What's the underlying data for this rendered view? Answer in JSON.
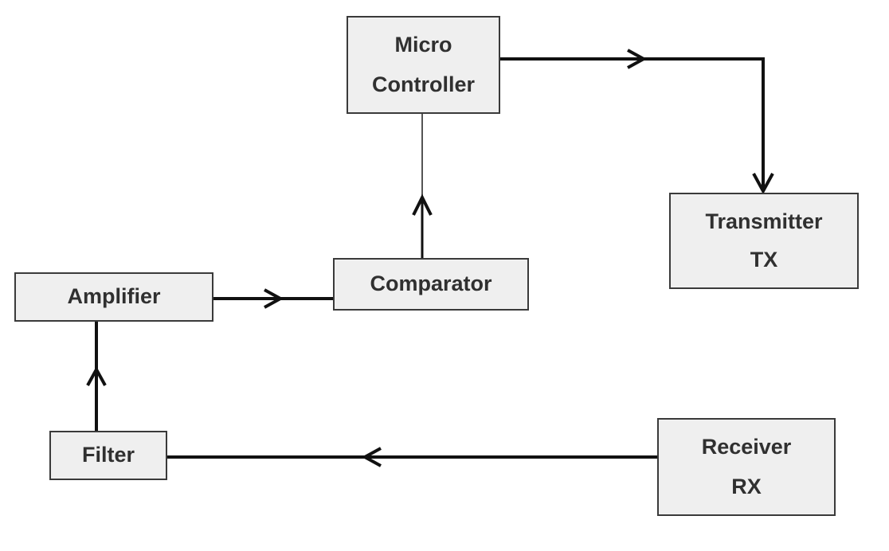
{
  "diagram": {
    "blocks": {
      "micro_controller": {
        "line1": "Micro",
        "line2": "Controller"
      },
      "transmitter": {
        "line1": "Transmitter",
        "line2": "TX"
      },
      "comparator": {
        "line1": "Comparator"
      },
      "amplifier": {
        "line1": "Amplifier"
      },
      "filter": {
        "line1": "Filter"
      },
      "receiver": {
        "line1": "Receiver",
        "line2": "RX"
      }
    },
    "connections": [
      {
        "from": "receiver",
        "to": "filter"
      },
      {
        "from": "filter",
        "to": "amplifier"
      },
      {
        "from": "amplifier",
        "to": "comparator"
      },
      {
        "from": "comparator",
        "to": "micro_controller"
      },
      {
        "from": "micro_controller",
        "to": "transmitter"
      }
    ],
    "colors": {
      "block_fill": "#efefef",
      "block_border": "#3a3a3a",
      "text": "#303030",
      "wire": "#111111",
      "thin_wire": "#555555"
    }
  }
}
